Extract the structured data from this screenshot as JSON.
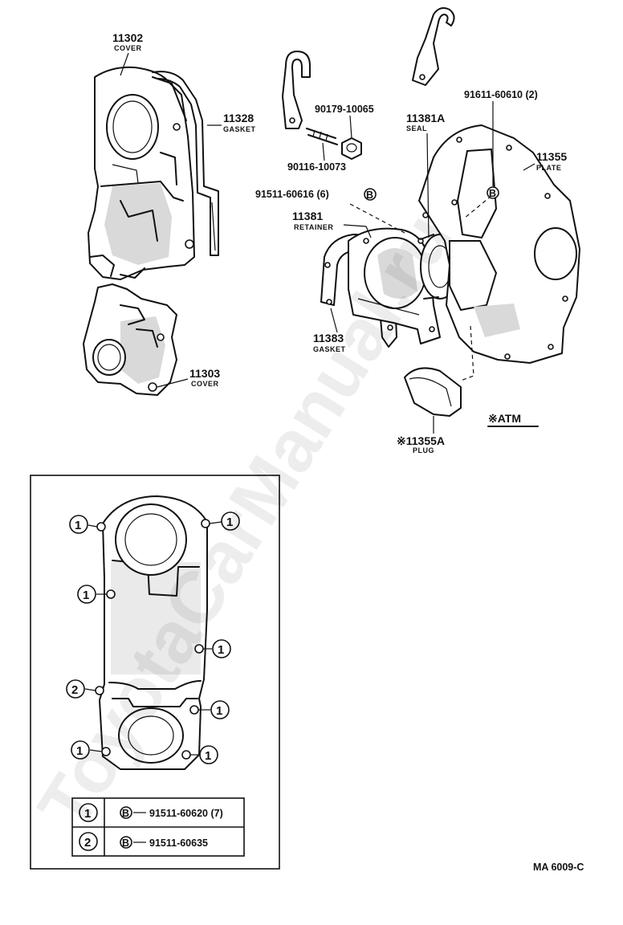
{
  "parts": {
    "p11302": {
      "number": "11302",
      "name": "COVER"
    },
    "p11328": {
      "number": "11328",
      "name": "GASKET"
    },
    "p11303": {
      "number": "11303",
      "name": "COVER"
    },
    "p90179": {
      "number": "90179-10065"
    },
    "p90116": {
      "number": "90116-10073"
    },
    "p91511_616": {
      "number": "91511-60616 (6)",
      "badge": "B"
    },
    "p11381": {
      "number": "11381",
      "name": "RETAINER"
    },
    "p11383": {
      "number": "11383",
      "name": "GASKET"
    },
    "p11381A": {
      "number": "11381A",
      "name": "SEAL"
    },
    "p91611": {
      "number": "91611-60610 (2)"
    },
    "p11355": {
      "number": "11355",
      "name": "PLATE"
    },
    "p11355A": {
      "number": "※11355A",
      "name": "PLUG"
    },
    "atm": {
      "label": "※ATM"
    }
  },
  "inset": {
    "callouts": [
      "1",
      "1",
      "1",
      "1",
      "2",
      "1",
      "1",
      "1"
    ],
    "legend": [
      {
        "key": "1",
        "badge": "B",
        "part": "91511-60620 (7)"
      },
      {
        "key": "2",
        "badge": "B",
        "part": "91511-60635"
      }
    ]
  },
  "diagram_code": "MA 6009-C",
  "watermark": "ToyotaCarManual.ru",
  "badge_letter": "B"
}
